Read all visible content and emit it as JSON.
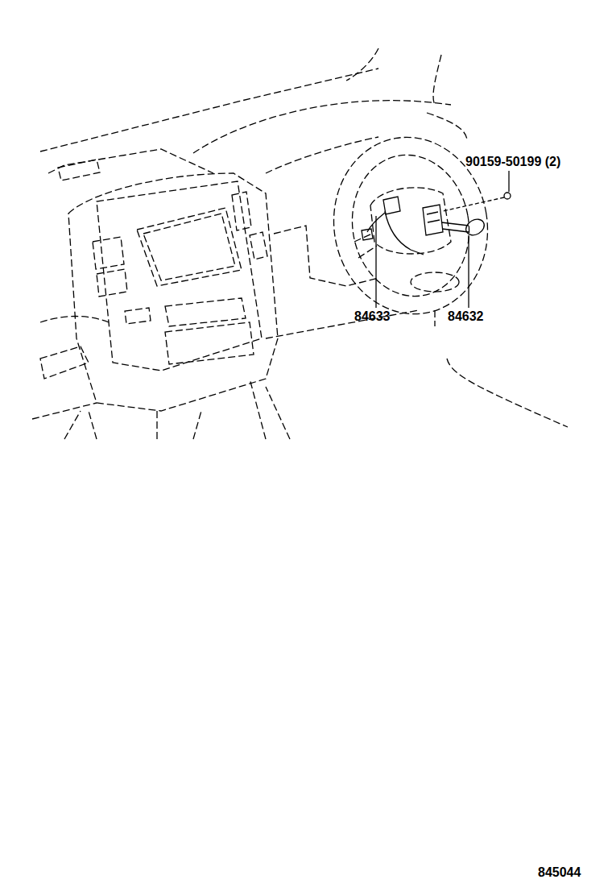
{
  "diagram": {
    "labels": [
      "90159-50199 (2)",
      "84633",
      "84632",
      "845044"
    ]
  }
}
